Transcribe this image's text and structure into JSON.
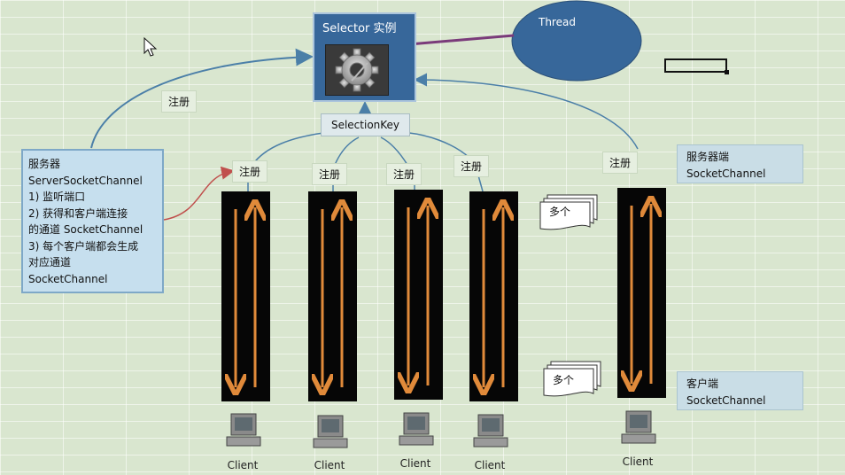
{
  "selector": {
    "title": "Selector 实例"
  },
  "thread": {
    "label": "Thread"
  },
  "selection_key": "SelectionKey",
  "register_labels": [
    "注册",
    "注册",
    "注册",
    "注册",
    "注册",
    "注册"
  ],
  "server_box": {
    "lines": [
      "服务器",
      "ServerSocketChannel",
      "1) 监听端口",
      "2) 获得和客户端连接",
      "的通道 SocketChannel",
      "3) 每个客户端都会生成",
      "对应通道",
      "SocketChannel"
    ]
  },
  "server_side": {
    "line1": "服务器端",
    "line2": "SocketChannel"
  },
  "client_side": {
    "line1": "客户端",
    "line2": "SocketChannel"
  },
  "multi": {
    "top": "多个",
    "bottom": "多个"
  },
  "clients": [
    "Client",
    "Client",
    "Client",
    "Client",
    "Client"
  ],
  "colors": {
    "background": "#d9e6cf",
    "selector": "#37679a",
    "thread": "#37679a",
    "channel": "#060606",
    "arrow_orange": "#e08a3a",
    "link_blue": "#4b7fa8",
    "link_red": "#c0504d",
    "link_purple": "#7a3b7a"
  }
}
